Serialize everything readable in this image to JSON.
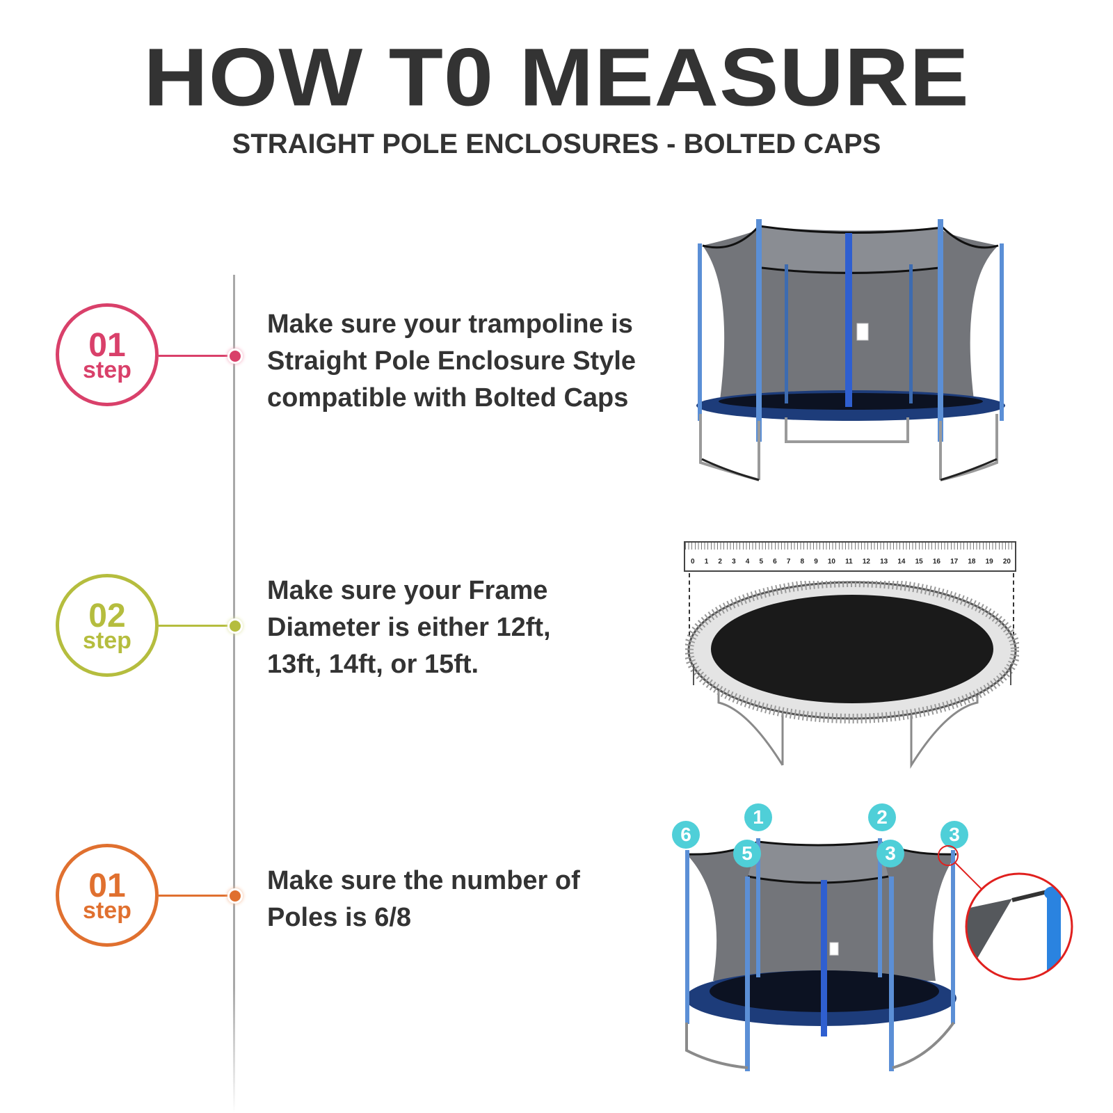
{
  "header": {
    "title": "HOW T0 MEASURE",
    "subtitle": "STRAIGHT POLE ENCLOSURES - BOLTED CAPS"
  },
  "colors": {
    "text": "#333333",
    "timeline": "#a8a8a8",
    "step1": "#d9406a",
    "step2": "#b5bd3e",
    "step3": "#e0702f",
    "badge": "#4fcfd8",
    "zoom_circle": "#e0201e",
    "pole_blue": "#5b8fd6",
    "pad_navy": "#1d3c7a"
  },
  "steps": [
    {
      "number": "01",
      "label": "step",
      "lines": [
        "Make sure your trampoline is",
        "Straight Pole Enclosure Style",
        "compatible with Bolted Caps"
      ],
      "image": "trampoline-with-enclosure-net"
    },
    {
      "number": "02",
      "label": "step",
      "lines": [
        "Make sure your Frame",
        "Diameter is either 12ft,",
        "13ft, 14ft, or 15ft."
      ],
      "image": "trampoline-frame-with-ruler"
    },
    {
      "number": "01",
      "label": "step",
      "lines": [
        "Make sure the number of",
        "Poles is 6/8"
      ],
      "image": "trampoline-numbered-poles"
    }
  ],
  "ruler": {
    "ticks": [
      "0",
      "1",
      "2",
      "3",
      "4",
      "5",
      "6",
      "7",
      "8",
      "9",
      "10",
      "11",
      "12",
      "13",
      "14",
      "15",
      "16",
      "17",
      "18",
      "19",
      "20"
    ]
  },
  "pole_badges": [
    "6",
    "1",
    "5",
    "2",
    "3",
    "3"
  ]
}
